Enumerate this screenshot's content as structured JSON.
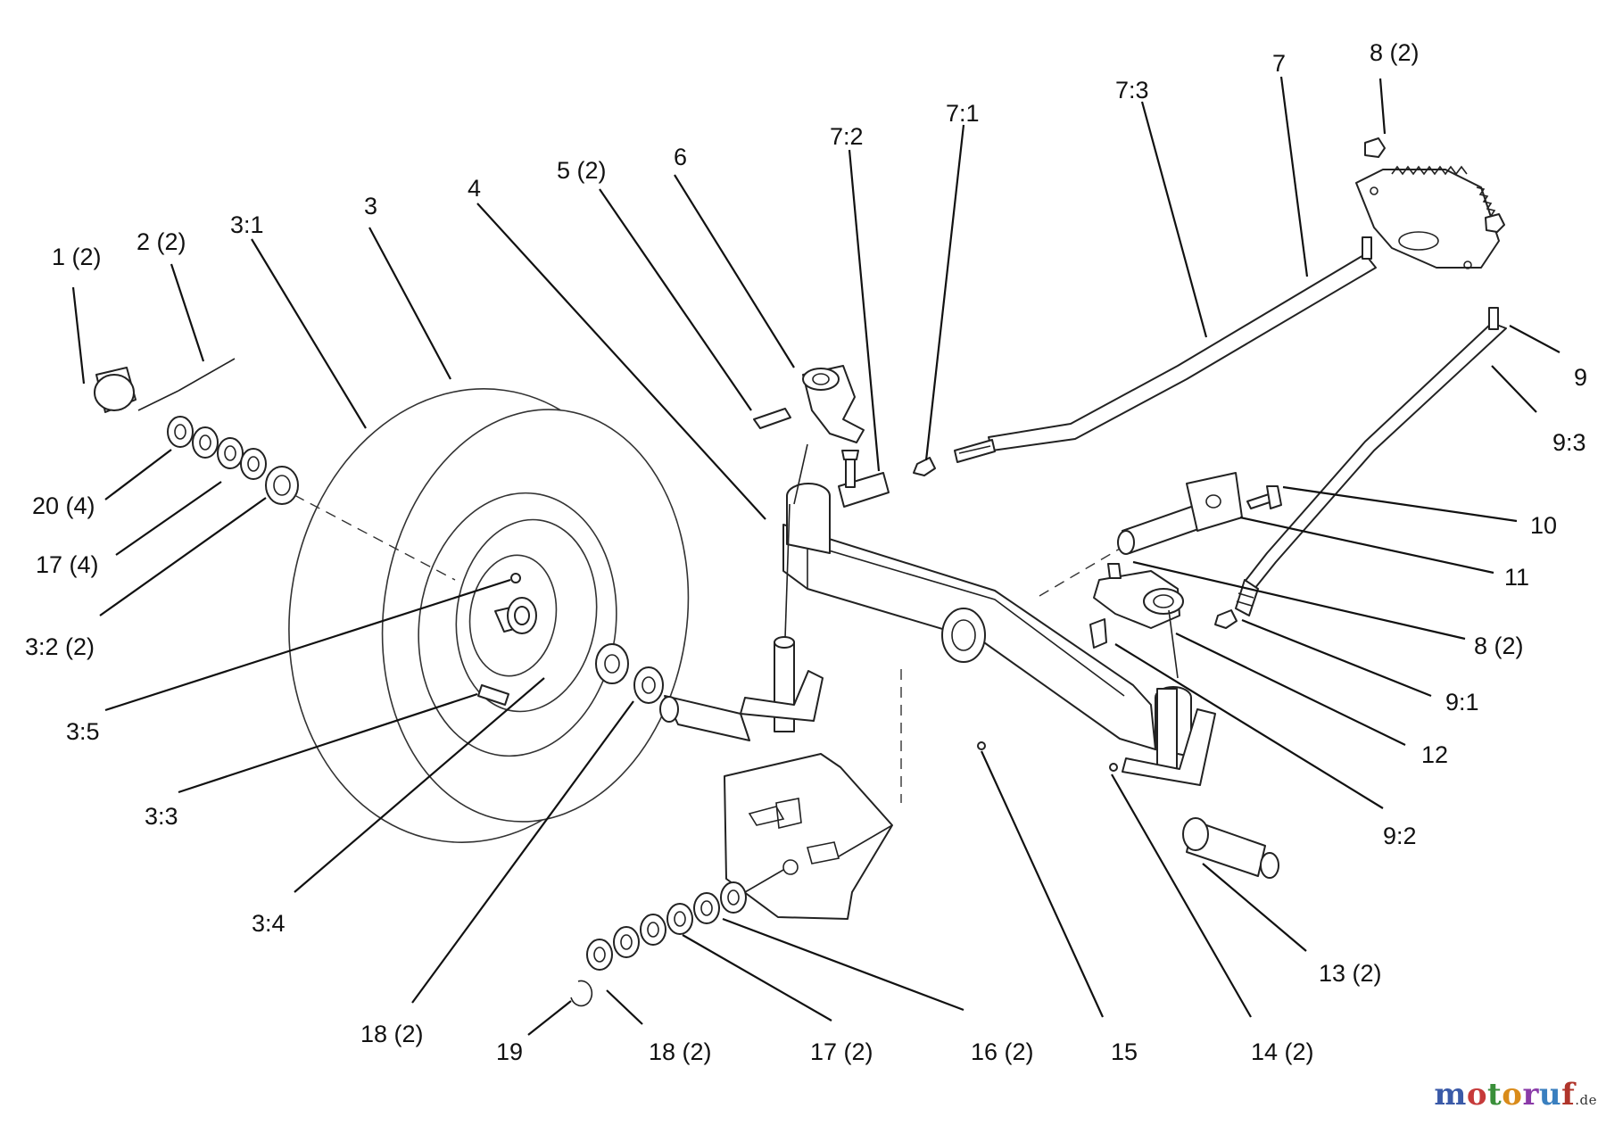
{
  "labels": {
    "l1_2": "1 (2)",
    "l2_2": "2 (2)",
    "l3_1": "3:1",
    "l3": "3",
    "l4": "4",
    "l5_2": "5 (2)",
    "l6": "6",
    "l7_2": "7:2",
    "l7_1": "7:1",
    "l7_3": "7:3",
    "l7": "7",
    "l8_2a": "8 (2)",
    "l9": "9",
    "l9_3": "9:3",
    "l10": "10",
    "l11": "11",
    "l8_2b": "8 (2)",
    "l9_1": "9:1",
    "l12": "12",
    "l9_2": "9:2",
    "l13_2": "13 (2)",
    "l14_2": "14 (2)",
    "l15": "15",
    "l16_2": "16 (2)",
    "l17_2b": "17 (2)",
    "l18_2b": "18 (2)",
    "l19": "19",
    "l18_2a": "18 (2)",
    "l3_4": "3:4",
    "l3_3": "3:3",
    "l3_5": "3:5",
    "l3_2_2": "3:2 (2)",
    "l17_4": "17 (4)",
    "l20_4": "20 (4)"
  },
  "watermark": {
    "parts": [
      "m",
      "o",
      "t",
      "o",
      "r",
      "u",
      "f"
    ],
    "tld": ".de"
  }
}
